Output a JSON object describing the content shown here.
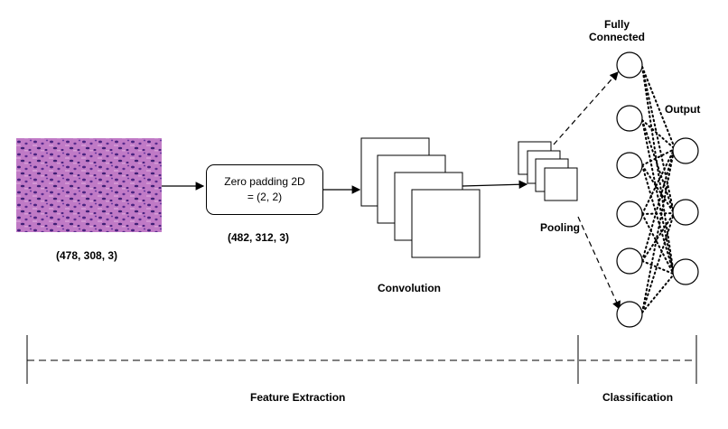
{
  "input": {
    "shape_label": "(478, 308, 3)",
    "image_icon": "histology-image-icon"
  },
  "zero_padding": {
    "title": "Zero padding 2D",
    "value": "= (2, 2)",
    "shape_label": "(482, 312, 3)"
  },
  "convolution": {
    "label": "Convolution",
    "feature_maps": 4
  },
  "pooling": {
    "label": "Pooling",
    "feature_maps": 4
  },
  "fully_connected": {
    "label_line1": "Fully",
    "label_line2": "Connected",
    "neurons": 6
  },
  "output": {
    "label": "Output",
    "neurons": 3
  },
  "stages": {
    "feature_extraction": "Feature Extraction",
    "classification": "Classification"
  },
  "colors": {
    "stroke": "#000000",
    "tissue_background": "#c07ac6",
    "tissue_nuclei": "#3f1f74"
  }
}
